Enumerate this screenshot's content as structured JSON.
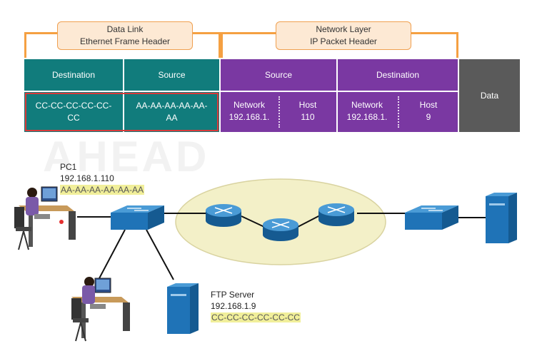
{
  "headers": {
    "datalink": {
      "line1": "Data Link",
      "line2": "Ethernet Frame Header"
    },
    "network": {
      "line1": "Network Layer",
      "line2": "IP Packet Header"
    }
  },
  "frame": {
    "eth_dest_label": "Destination",
    "eth_src_label": "Source",
    "ip_src_label": "Source",
    "ip_dest_label": "Destination",
    "data_label": "Data",
    "eth_dest_value": {
      "line1": "CC-CC-CC-CC-CC-",
      "line2": "CC"
    },
    "eth_src_value": {
      "line1": "AA-AA-AA-AA-AA-",
      "line2": "AA"
    },
    "ip_src_network": {
      "label": "Network",
      "value": "192.168.1."
    },
    "ip_src_host": {
      "label": "Host",
      "value": "110"
    },
    "ip_dest_network": {
      "label": "Network",
      "value": "192.168.1."
    },
    "ip_dest_host": {
      "label": "Host",
      "value": "9"
    }
  },
  "devices": {
    "pc1": {
      "name": "PC1",
      "ip": "192.168.1.110",
      "mac": "AA-AA-AA-AA-AA-AA"
    },
    "ftp": {
      "name": "FTP Server",
      "ip": "192.168.1.9",
      "mac": "CC-CC-CC-CC-CC-CC"
    }
  },
  "colors": {
    "teal": "#117c7c",
    "purple": "#7a38a2",
    "gray": "#5a5a5a",
    "orange": "#f5a042",
    "highlight": "#f1ef9a",
    "cloud": "#f3f0c8",
    "device_blue": "#1f73b7"
  }
}
